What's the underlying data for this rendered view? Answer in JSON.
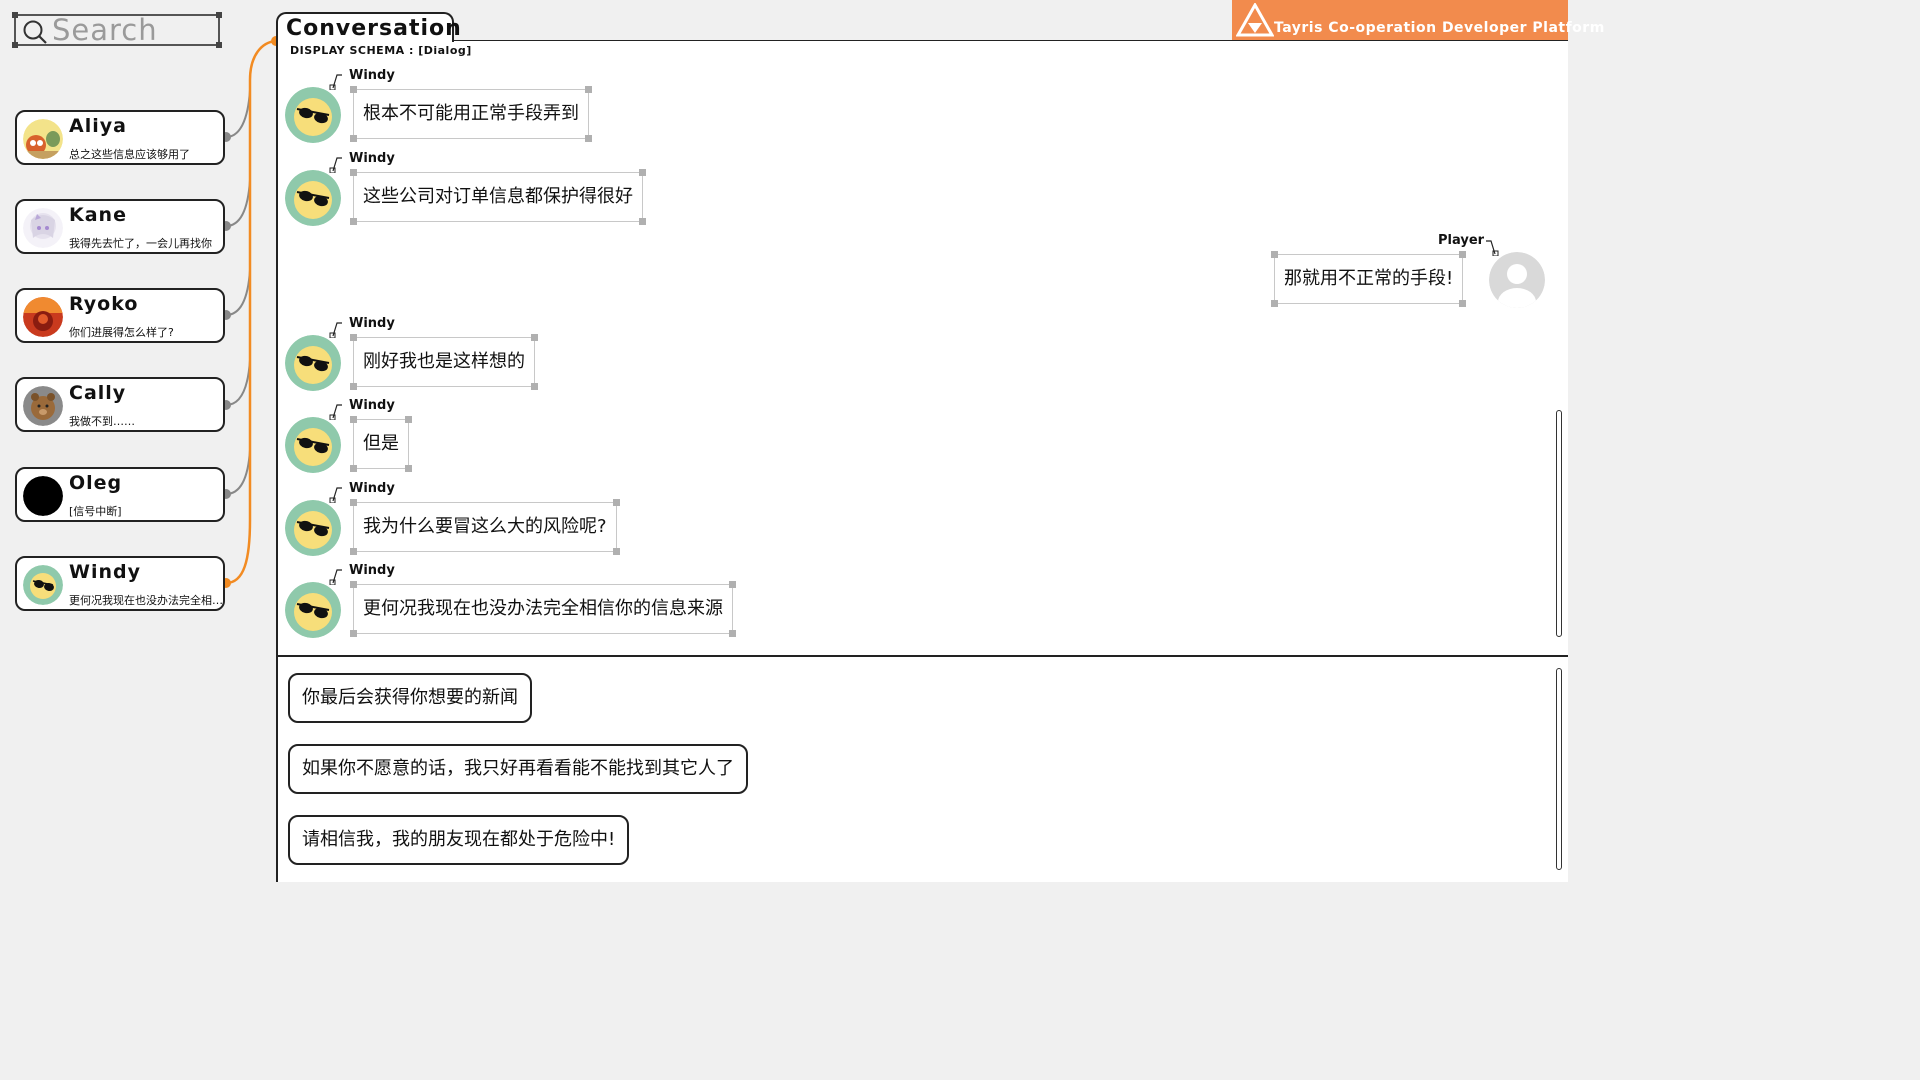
{
  "search": {
    "placeholder": "Search"
  },
  "brand": {
    "text": "Tayris Co-operation Developer Platform",
    "color": "#f28b4d"
  },
  "conversation_tab": {
    "label": "Conversation"
  },
  "schema": {
    "label": "DISPLAY SCHEMA : [Dialog]"
  },
  "contacts": [
    {
      "name": "Aliya",
      "preview": "总之这些信息应该够用了",
      "avatar": "red-panda-avatar"
    },
    {
      "name": "Kane",
      "preview": "我得先去忙了，一会儿再找你",
      "avatar": "white-hair-girl-avatar"
    },
    {
      "name": "Ryoko",
      "preview": "你们进展得怎么样了?",
      "avatar": "red-character-avatar"
    },
    {
      "name": "Cally",
      "preview": "我做不到……",
      "avatar": "bear-avatar"
    },
    {
      "name": "Oleg",
      "preview": "[信号中断]",
      "avatar": "black-circle-avatar"
    },
    {
      "name": "Windy",
      "preview": "更何况我现在也没办法完全相信你的信息来源",
      "avatar": "sunglasses-face-avatar",
      "active": true
    }
  ],
  "messages": [
    {
      "sender": "Windy",
      "text": "根本不可能用正常手段弄到",
      "side": "left"
    },
    {
      "sender": "Windy",
      "text": "这些公司对订单信息都保护得很好",
      "side": "left"
    },
    {
      "sender": "Player",
      "text": "那就用不正常的手段!",
      "side": "right"
    },
    {
      "sender": "Windy",
      "text": "刚好我也是这样想的",
      "side": "left"
    },
    {
      "sender": "Windy",
      "text": "但是",
      "side": "left"
    },
    {
      "sender": "Windy",
      "text": "我为什么要冒这么大的风险呢?",
      "side": "left"
    },
    {
      "sender": "Windy",
      "text": "更何况我现在也没办法完全相信你的信息来源",
      "side": "left"
    }
  ],
  "replies": [
    {
      "text": "你最后会获得你想要的新闻"
    },
    {
      "text": "如果你不愿意的话，我只好再看看能不能找到其它人了"
    },
    {
      "text": "请相信我，我的朋友现在都处于危险中!"
    }
  ],
  "colors": {
    "accent": "#f28b22",
    "connector": "#888888",
    "avatar_green": "#8fc9ab",
    "avatar_yellow": "#f7de7a"
  }
}
